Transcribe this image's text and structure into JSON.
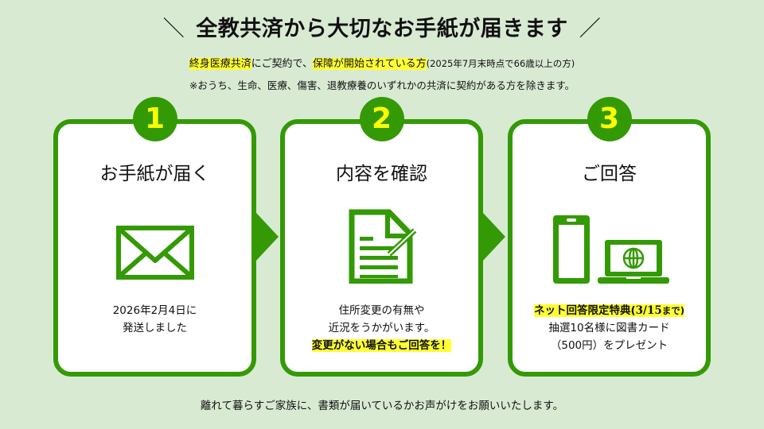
{
  "header": {
    "slash_left": "＼",
    "title": "全教共済から大切なお手紙が届きます",
    "slash_right": "／",
    "subtitle": {
      "hl1": "終身医療共済",
      "text1": "にご契約で、",
      "hl2": "保障が開始されている方",
      "note": "(2025年7月末時点で66歳以上の方)"
    },
    "exclusion_note": "※おうち、生命、医療、傷害、退教療養のいずれかの共済に契約がある方を除きます。"
  },
  "steps": [
    {
      "number": "1",
      "title": "お手紙が届く",
      "icon": "envelope-icon",
      "lines": [
        "2026年2月4日に",
        "発送しました"
      ]
    },
    {
      "number": "2",
      "title": "内容を確認",
      "icon": "document-pen-icon",
      "lines": [
        "住所変更の有無や",
        "近況をうかがいます。"
      ],
      "highlight": "変更がない場合もご回答を！"
    },
    {
      "number": "3",
      "title": "ご回答",
      "icon": "smartphone-laptop-icon",
      "highlight_main": "ネット回答限定特典(",
      "highlight_date": "3/15",
      "highlight_tail": "まで)",
      "lines": [
        "抽選10名様に図書カード",
        "（500円）をプレゼント"
      ]
    }
  ],
  "footer": "離れて暮らすご家族に、書類が届いているかお声がけをお願いいたします。",
  "colors": {
    "background": "#d9ead3",
    "accent_green": "#339a05",
    "number_yellow": "#ffff00",
    "highlight": "#ffff33"
  }
}
